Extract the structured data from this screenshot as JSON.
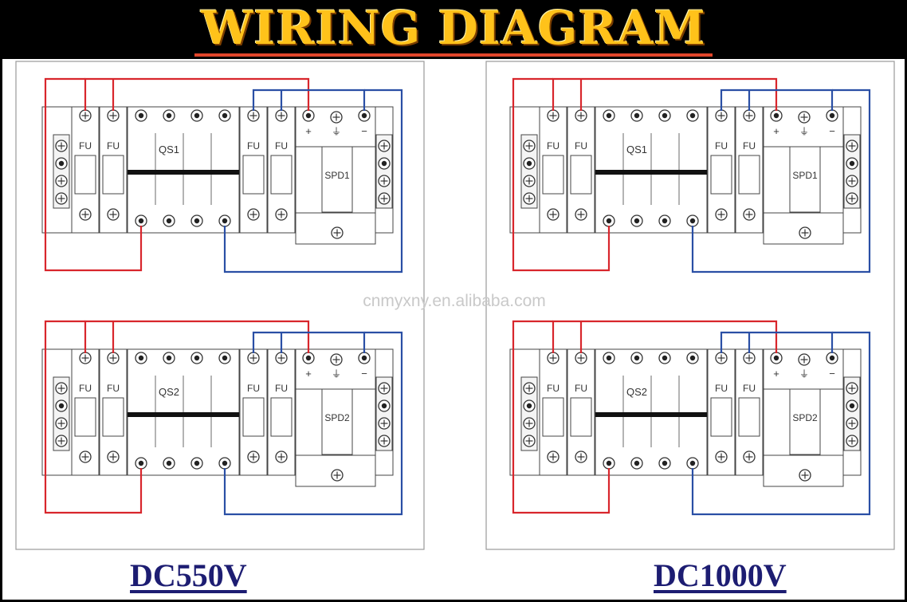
{
  "banner": {
    "title": "WIRING DIAGRAM"
  },
  "watermark": "cnmyxny.en.alibaba.com",
  "panels": [
    {
      "voltage_label": "DC550V",
      "boxes": [
        {
          "breaker_label": "QS1",
          "spd_label": "SPD1",
          "fuse_label": "FU",
          "plus_symbol": "+",
          "minus_symbol": "−",
          "ground_symbol": "⏚"
        },
        {
          "breaker_label": "QS2",
          "spd_label": "SPD2",
          "fuse_label": "FU",
          "plus_symbol": "+",
          "minus_symbol": "−",
          "ground_symbol": "⏚"
        }
      ]
    },
    {
      "voltage_label": "DC1000V",
      "boxes": [
        {
          "breaker_label": "QS1",
          "spd_label": "SPD1",
          "fuse_label": "FU",
          "plus_symbol": "+",
          "minus_symbol": "−",
          "ground_symbol": "⏚"
        },
        {
          "breaker_label": "QS2",
          "spd_label": "SPD2",
          "fuse_label": "FU",
          "plus_symbol": "+",
          "minus_symbol": "−",
          "ground_symbol": "⏚"
        }
      ]
    }
  ],
  "colors": {
    "positive_wire": "#d8262c",
    "negative_wire": "#2a4fa5",
    "title_gold": "#ffc21a",
    "voltage_label": "#1d1d72"
  }
}
